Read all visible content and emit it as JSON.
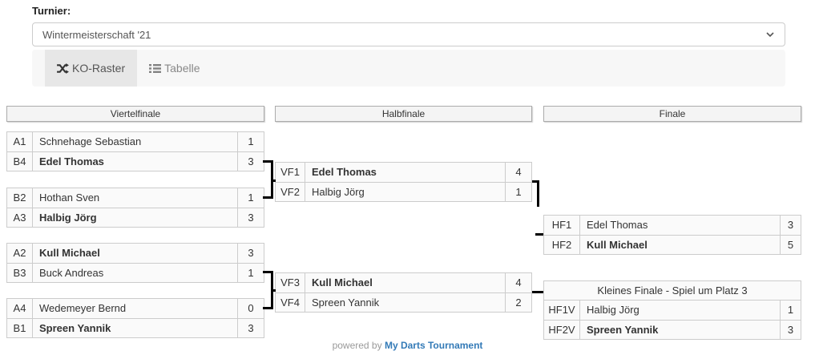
{
  "header": {
    "tournament_label": "Turnier:",
    "tournament_select": {
      "value": "Wintermeisterschaft '21",
      "caret_icon": "chevron-down-icon"
    },
    "tabs": [
      {
        "label": "KO-Raster",
        "icon": "shuffle-icon",
        "active": true
      },
      {
        "label": "Tabelle",
        "icon": "list-icon",
        "active": false
      }
    ]
  },
  "bracket": {
    "rounds": [
      {
        "title": "Viertelfinale"
      },
      {
        "title": "Halbfinale"
      },
      {
        "title": "Finale"
      }
    ],
    "matches": {
      "qf1": {
        "rows": [
          {
            "seed": "A1",
            "name": "Schnehage Sebastian",
            "score": "1",
            "winner": false
          },
          {
            "seed": "B4",
            "name": "Edel Thomas",
            "score": "3",
            "winner": true
          }
        ]
      },
      "qf2": {
        "rows": [
          {
            "seed": "B2",
            "name": "Hothan Sven",
            "score": "1",
            "winner": false
          },
          {
            "seed": "A3",
            "name": "Halbig Jörg",
            "score": "3",
            "winner": true
          }
        ]
      },
      "qf3": {
        "rows": [
          {
            "seed": "A2",
            "name": "Kull Michael",
            "score": "3",
            "winner": true
          },
          {
            "seed": "B3",
            "name": "Buck Andreas",
            "score": "1",
            "winner": false
          }
        ]
      },
      "qf4": {
        "rows": [
          {
            "seed": "A4",
            "name": "Wedemeyer Bernd",
            "score": "0",
            "winner": false
          },
          {
            "seed": "B1",
            "name": "Spreen Yannik",
            "score": "3",
            "winner": true
          }
        ]
      },
      "sf1": {
        "rows": [
          {
            "seed": "VF1",
            "name": "Edel Thomas",
            "score": "4",
            "winner": true
          },
          {
            "seed": "VF2",
            "name": "Halbig Jörg",
            "score": "1",
            "winner": false
          }
        ]
      },
      "sf2": {
        "rows": [
          {
            "seed": "VF3",
            "name": "Kull Michael",
            "score": "4",
            "winner": true
          },
          {
            "seed": "VF4",
            "name": "Spreen Yannik",
            "score": "2",
            "winner": false
          }
        ]
      },
      "fin": {
        "rows": [
          {
            "seed": "HF1",
            "name": "Edel Thomas",
            "score": "3",
            "winner": false
          },
          {
            "seed": "HF2",
            "name": "Kull Michael",
            "score": "5",
            "winner": true
          }
        ]
      },
      "third": {
        "title": "Kleines Finale - Spiel um Platz 3",
        "rows": [
          {
            "seed": "HF1V",
            "name": "Halbig Jörg",
            "score": "1",
            "winner": false
          },
          {
            "seed": "HF2V",
            "name": "Spreen Yannik",
            "score": "3",
            "winner": true
          }
        ]
      }
    }
  },
  "footer": {
    "powered_by": "powered by",
    "link_label": "My Darts Tournament"
  },
  "colors": {
    "link_blue": "#337ab7",
    "connector": "#000000",
    "cell_background": "#fafafa",
    "cell_border": "#cccccc",
    "active_tab_background": "#e7e7e7"
  }
}
